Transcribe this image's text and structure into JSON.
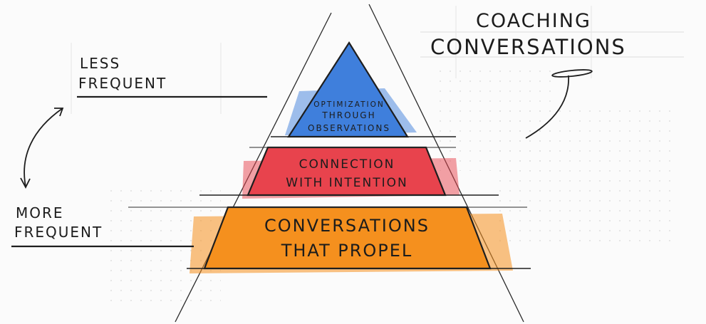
{
  "title": {
    "line1": "COACHING",
    "line2": "CONVERSATIONS"
  },
  "scale": {
    "top": {
      "line1": "LESS",
      "line2": "FREQUENT"
    },
    "bottom": {
      "line1": "MORE",
      "line2": "FREQUENT"
    }
  },
  "pyramid": {
    "tiers": [
      {
        "line1": "OPTIMIZATION",
        "line2": "THROUGH",
        "line3": "OBSERVATIONS",
        "color": "#3f7fdc"
      },
      {
        "line1": "CONNECTION",
        "line2": "WITH INTENTION",
        "color": "#e8434d"
      },
      {
        "line1": "CONVERSATIONS",
        "line2": "THAT PROPEL",
        "color": "#f5901e"
      }
    ]
  }
}
